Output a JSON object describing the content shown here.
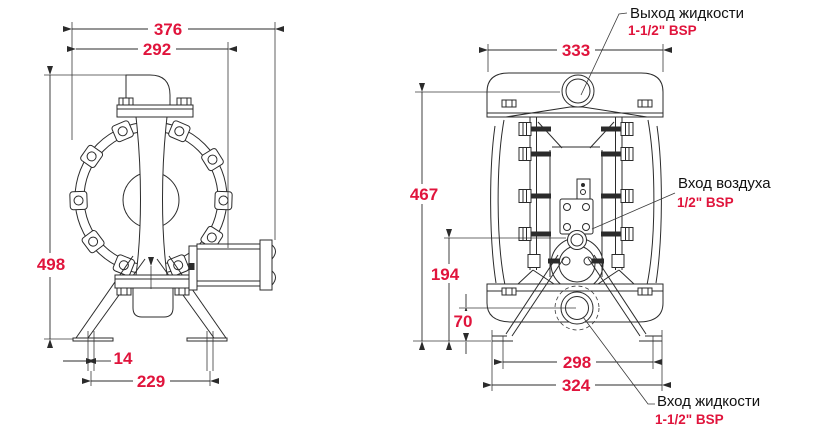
{
  "side": {
    "overall_width": "376",
    "body_width": "292",
    "overall_height": "498",
    "foot_slot_width": "14",
    "foot_spacing": "229"
  },
  "front": {
    "top_width": "333",
    "outlet_height": "467",
    "air_inlet_height": "194",
    "liquid_inlet_height": "70",
    "foot_spacing": "298",
    "foot_outer_width": "324"
  },
  "callouts": {
    "liquid_outlet": {
      "label": "Выход жидкости",
      "thread": "1-1/2\" BSP"
    },
    "air_inlet": {
      "label": "Вход воздуха",
      "thread": "1/2\" BSP"
    },
    "liquid_inlet": {
      "label": "Вход жидкости",
      "thread": "1-1/2\" BSP"
    }
  },
  "colors": {
    "dimension_text": "#e0143c",
    "drawing_line": "#2b2b2b",
    "label_text": "#111111",
    "background": "#ffffff"
  }
}
